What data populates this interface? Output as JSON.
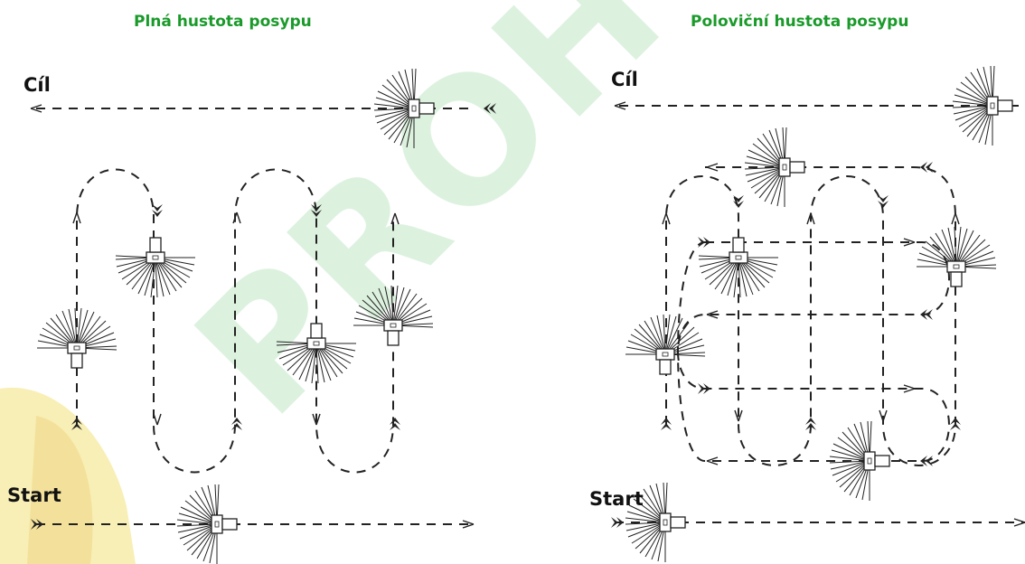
{
  "panels": [
    {
      "title": "Plná hustota posypu",
      "goal_label": "Cíl",
      "start_label": "Start"
    },
    {
      "title": "Poloviční hustota posypu",
      "goal_label": "Cíl",
      "start_label": "Start"
    }
  ],
  "colors": {
    "title": "#1a9a2a",
    "path": "#222222",
    "watermark_green": "#9fd8a6",
    "watermark_yellow": "#f3e27a"
  },
  "icons": [
    "spreader-icon",
    "arrow-icon"
  ]
}
